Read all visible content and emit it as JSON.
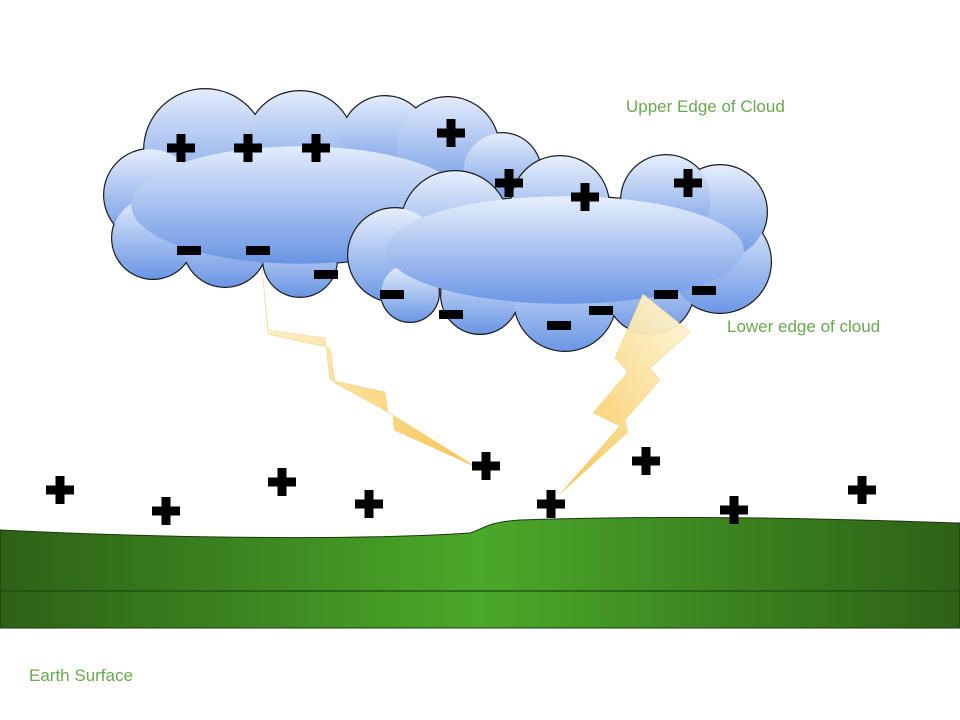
{
  "labels": {
    "upper_edge": "Upper Edge of Cloud",
    "lower_edge": "Lower edge of cloud",
    "earth_surface": "Earth Surface"
  },
  "symbols": {
    "positive": "+",
    "negative": "−"
  },
  "colors": {
    "label_text": "#6aa84f",
    "cloud_top": "#dde8fb",
    "cloud_bottom": "#6d98e6",
    "cloud_outline": "#1a1a1a",
    "lightning_light": "#fff6d2",
    "lightning_dark": "#f8c95a",
    "ground_dark": "#2f6418",
    "ground_light": "#4aa628",
    "charge": "#000000"
  }
}
